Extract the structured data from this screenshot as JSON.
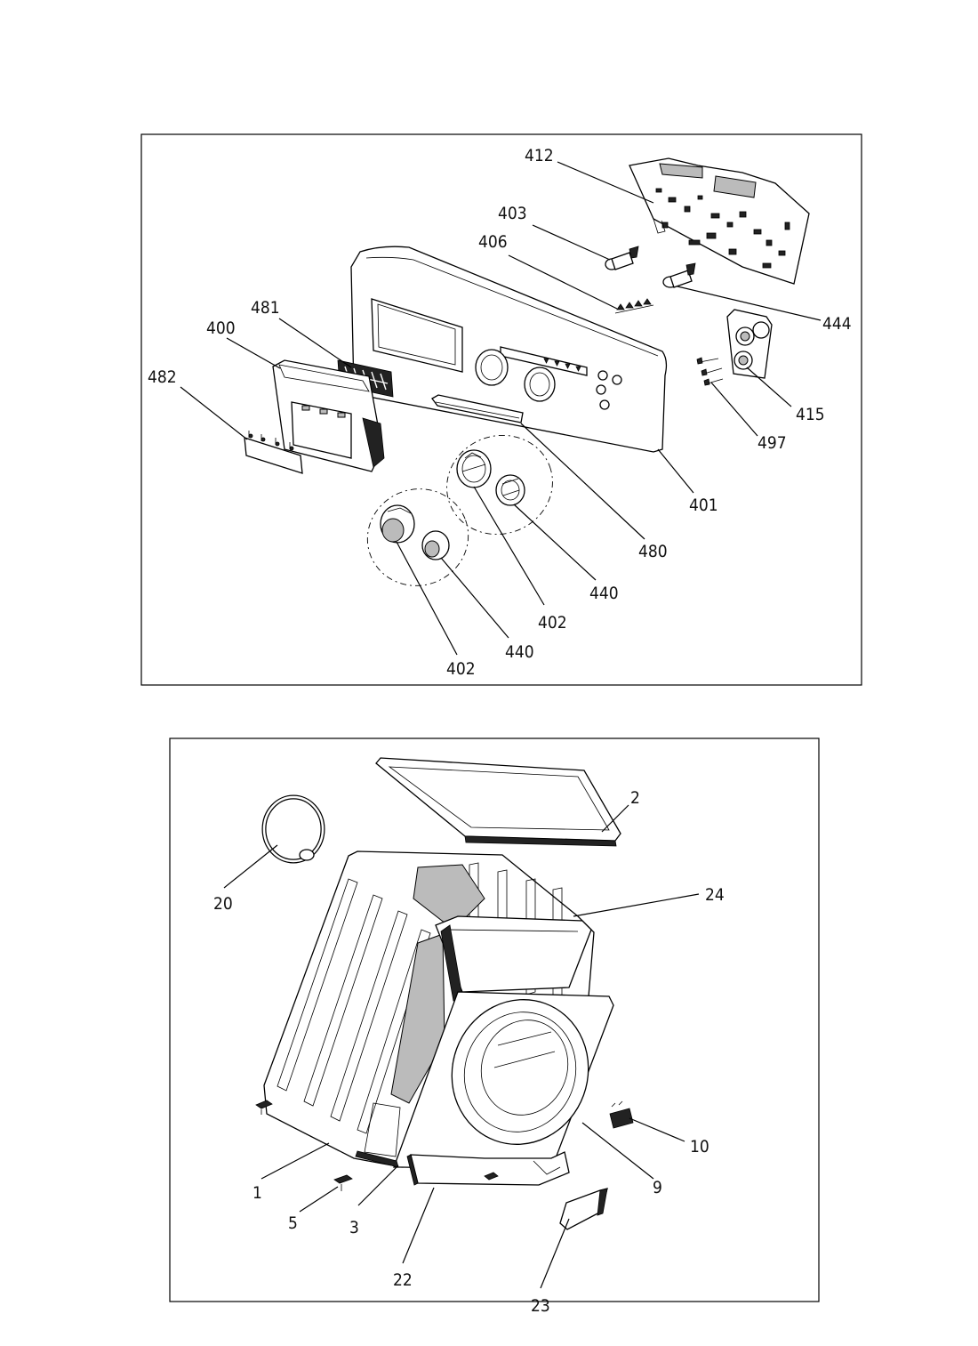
{
  "panel_top": {
    "labels": {
      "p412": "412",
      "p403": "403",
      "p406": "406",
      "p444": "444",
      "p481": "481",
      "p400": "400",
      "p482": "482",
      "p415": "415",
      "p497": "497",
      "p401": "401",
      "p480": "480",
      "p402a": "402",
      "p440a": "440",
      "p440b": "440",
      "p402b": "402"
    }
  },
  "panel_bottom": {
    "labels": {
      "p2": "2",
      "p20": "20",
      "p24": "24",
      "p10": "10",
      "p9": "9",
      "p1": "1",
      "p5": "5",
      "p3": "3",
      "p22": "22",
      "p23": "23"
    }
  }
}
